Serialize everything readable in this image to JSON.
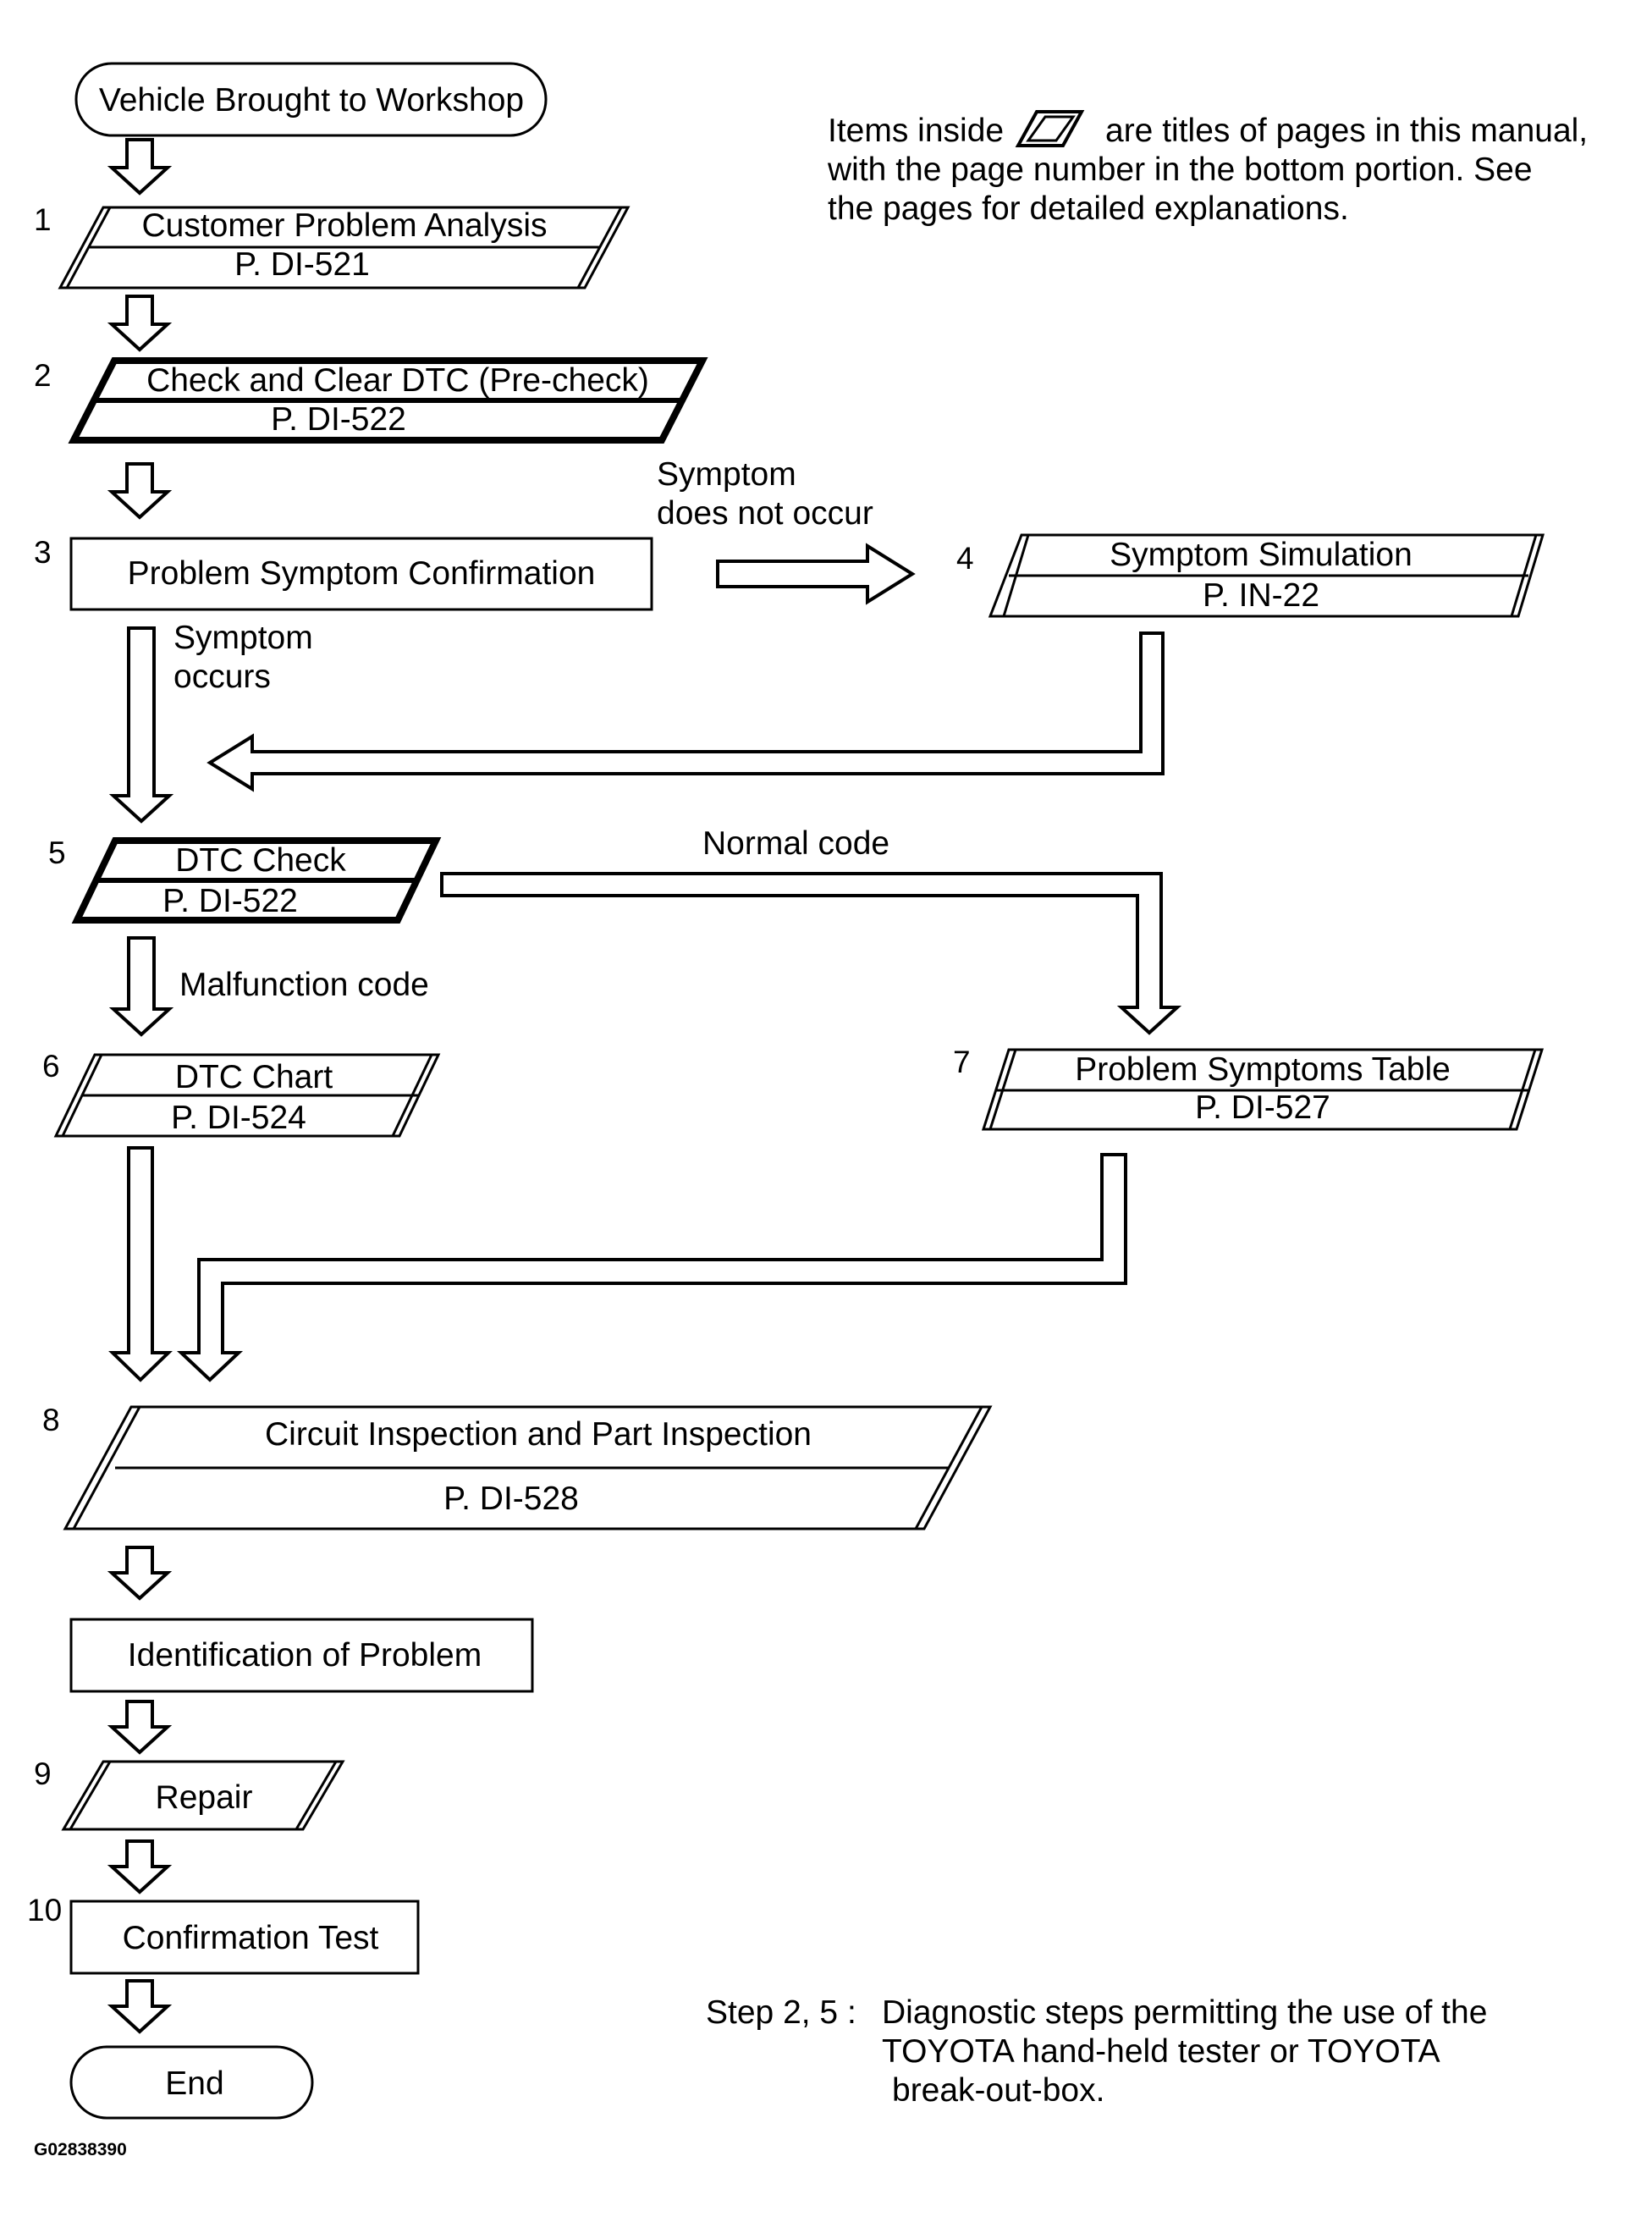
{
  "legend": {
    "line1_pre": "Items inside",
    "line1_post": "are titles of pages in this manual,",
    "line2": "with the page number in the bottom portion. See",
    "line3": "the pages for detailed explanations."
  },
  "start": "Vehicle Brought to Workshop",
  "steps": [
    {
      "num": "1",
      "title": "Customer Problem Analysis",
      "page": "P. DI-521"
    },
    {
      "num": "2",
      "title": "Check and Clear DTC (Pre-check)",
      "page": "P. DI-522"
    },
    {
      "num": "3",
      "title": "Problem Symptom Confirmation"
    },
    {
      "num": "4",
      "title": "Symptom Simulation",
      "page": "P. IN-22"
    },
    {
      "num": "5",
      "title": "DTC Check",
      "page": "P. DI-522"
    },
    {
      "num": "6",
      "title": "DTC Chart",
      "page": "P. DI-524"
    },
    {
      "num": "7",
      "title": "Problem Symptoms Table",
      "page": "P. DI-527"
    },
    {
      "num": "8",
      "title": "Circuit Inspection and Part Inspection",
      "page": "P. DI-528"
    },
    {
      "num": "9",
      "title": "Repair"
    },
    {
      "num": "10",
      "title": "Confirmation Test"
    }
  ],
  "identification": "Identification of Problem",
  "end": "End",
  "branches": {
    "not_occur_1": "Symptom",
    "not_occur_2": "does not occur",
    "occur_1": "Symptom",
    "occur_2": "occurs",
    "normal": "Normal code",
    "malfunction": "Malfunction code"
  },
  "footnote": {
    "prefix": "Step 2, 5 :",
    "line1": "Diagnostic steps permitting the use of the",
    "line2": "TOYOTA hand-held tester or TOYOTA",
    "line3": "break-out-box."
  },
  "figure_code": "G02838390"
}
